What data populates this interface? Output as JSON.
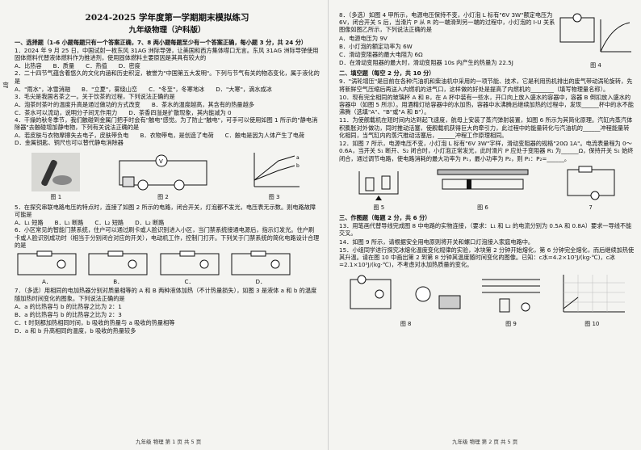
{
  "left": {
    "title": "2024-2025 学年度第一学期期末模拟练习",
    "subtitle": "九年级物理（沪科版）",
    "section1_title": "一、选择题（1-6 小题每题只有一个答案正确，7、8 两小题每题至少有一个答案正确，每小题 3 分，共 24 分）",
    "q1_text": "1．2024 年 9 月 25 日，中国试射一枚东风 31AG 洲际导弹，让美国和西方集体噤口无言。东风 31AG 洲际导弹使用固体燃料代替液体燃料作为推进剂，使用固体燃料主要原因是其具有较大的",
    "q1_opts": [
      "A．比热容",
      "B．质量",
      "C．热值",
      "D．密度"
    ],
    "q2_text": "2．二十四节气蕴含着悠久的文化内涵和历史积淀，被誉为\"中国第五大发明\"。下列与节气有关的物态变化，属于液化的是",
    "q2_opts": [
      "A．\"雨水\"，冰雪消融",
      "B．\"立夏\"，雾绕山峦",
      "C．\"冬至\"，冬寒地冰",
      "D．\"大寒\"，滴水成冰"
    ],
    "q3_text": "3．毛尖是我国名茶之一。关于饮茶的过程，下列说法正确的是",
    "q3_opts": [
      "A．泡茶时茶叶的温度升高是通过做功的方式改变",
      "B．茶水的温度越高，其含有的热量越多",
      "C．茶水可以流动，说明分子间无作用力",
      "D．茶香四溢是扩散现象，其内能减为 0"
    ],
    "q4_text": "4．干燥的秋冬季节，我们触碰到金属门把手时会有\"触电\"感觉。为了防止\"触电\"，可手可以使用如图 1 所示的\"静电消除器\"去触碰增加静电物，下列有关说法正确的是",
    "q4_opts": [
      "A．若皮肤与衣物摩擦失去电子，皮肤带负电",
      "B．衣物带电，是创造了电荷",
      "C．触电是因为人体产生了电荷",
      "D．金属钥匙、铜尺也可以替代静电消除器"
    ],
    "fig1_cap": "图 1",
    "fig2_cap": "图 2",
    "fig3_cap": "图 3",
    "q5_text": "5．在探究串联电路电压的特点时，连接了如图 2 所示的电路，闭合开关，灯泡都不发光，电压表无示数。则电路故障可能是",
    "q5_opts": [
      "A．L₁ 短路",
      "B．L₁ 断路",
      "C．L₂ 短路",
      "D．L₂ 断路"
    ],
    "q6_text": "6．小区常见的智能门禁系统，住户可以通过刷卡或人脸识别进入小区，当门禁系统接通电源后，指示灯发光。住户刷卡或人脸识别成功时（相当于分别闭合对应的开关），电动机工作，控制门打开。下列关于门禁系统的简化电路设计合理的是",
    "q6_opts": [
      "A．",
      "B．",
      "C．",
      "D．"
    ],
    "q7_text": "7．（多选）用相同的电加热器分别对质量相等的 A 和 B 两种液体加热（不计热量损失），如图 3 是液体 a 和 b 的温度随加热时间变化的图象。下列说法正确的是",
    "q7_opts": [
      "A．a 的比热容与 b 的比热容之比为 2：1",
      "B．a 的比热容与 b 的比热容之比为 2：3",
      "C．t 时刻都加热相同时间，b 吸收的热量与 a 吸收的热量相等",
      "D．a 和 b 升高相同的温度，b 吸收的热量较多"
    ],
    "footer": "九年级 物理 第 1 页 共 5 页"
  },
  "right": {
    "q8_text": "8．（多选）如图 4 甲所示，电源电压保持不变，小灯泡 L 标有\"6V 3W\"额定电压为 6V，闭合开关 S 后，当滑片 P 从 R 的一端滑到另一端的过程中，小灯泡的 I-U 关系图像如图乙所示，下列说法正确的是",
    "q8_opts": [
      "A．电源电压为 9V",
      "B．小灯泡的额定功率为 6W",
      "C．滑动变阻器的最大电阻为 6Ω",
      "D．在滑动变阻器的最大时，滑动变阻器 10s 内产生的热量为 22.5J"
    ],
    "fig4_cap": "图 4",
    "section2_title": "二、填空题（每空 2 分，共 10 分）",
    "q9_text": "9．\"涡轮增压\"是目前在各种汽油机和柴油机中采用的一项节能、技术，它是利用热机排出的废气带动涡轮旋转，先将新鲜空气压缩后再送入内燃机的进气口，这样做的好处是提高了内燃机的________（填写物理量名称）。",
    "q10_text": "10．现有完全相同的玻璃杯 A 和 B，在 A 杯中装有一些水，开口向上放入盛水的容器中，容器 B 倒扣放入盛水的容器中（如图 5 所示）。用酒精灯给容器中的水加热，容器中水沸腾后继续加热的过程中，发现______杯中的水不能沸腾（选填\"A\"、\"B\"或\"A 和 B\"）。",
    "q11_text": "11．为使舰载机在短时间内达到起飞速度，航母上安装了蒸汽弹射装置，如图 6 所示为其简化原理。汽缸内蒸汽体积膨胀对外做功，同时推动活塞，使舰载机获得巨大的牵引力，此过程中的能量转化与汽油机的______冲程能量转化相同，当气缸内的蒸汽推动活塞后，______冲程工作原理相同。",
    "q12_text": "12．如图 7 所示，电源电压不变，小灯泡 L 标有\"6V 3W\"字样，滑动变阻器的规格\"20Ω 1A\"。电流表量程为 0～0.6A，当开关 S₁ 断开、S₂ 闭合时，小灯泡正常发光，此时滑片 P 应处于变阻器 R₁ 为______Ω，保持开关 S₁ 始终闭合，通过调节电路，使电路消耗的最大功率为 P₁，最小功率为 P₂，则 P₁：P₂=______。",
    "fig5_cap": "图 5",
    "fig6_cap": "图 6",
    "fig7_cap": "7",
    "section3_title": "三、作图题（每题 2 分，共 6 分）",
    "q13_text": "13．用笔画代替导线完成图 8 中电路的实物连接，（要求：L₁ 和 L₂ 的电流分别为 0.5A 和 0.8A）要求一导线不能交叉。",
    "q14_text": "14．如图 9 所示，请根据安全用电原则将开关和螺口灯泡接入家庭电路中。",
    "q15_text": "15．小组同学进行探究冰熔化温度变化规律的实验，冰块第 2 分钟开始熔化，第 6 分钟完全熔化，而后继续加热使其升温。请在图 10 中画出第 2 到第 8 分钟其温度随时间变化的图像。已知：c水=4.2×10³J/(kg·℃)，c冰=2.1×10³J/(kg·℃)，不考虑对水加热质量的变化。",
    "fig8_cap": "图 8",
    "fig9_cap": "图 9",
    "fig10_cap": "图 10",
    "footer": "九年级 物理 第 2 页 共 5 页"
  },
  "side_mark": "弯"
}
